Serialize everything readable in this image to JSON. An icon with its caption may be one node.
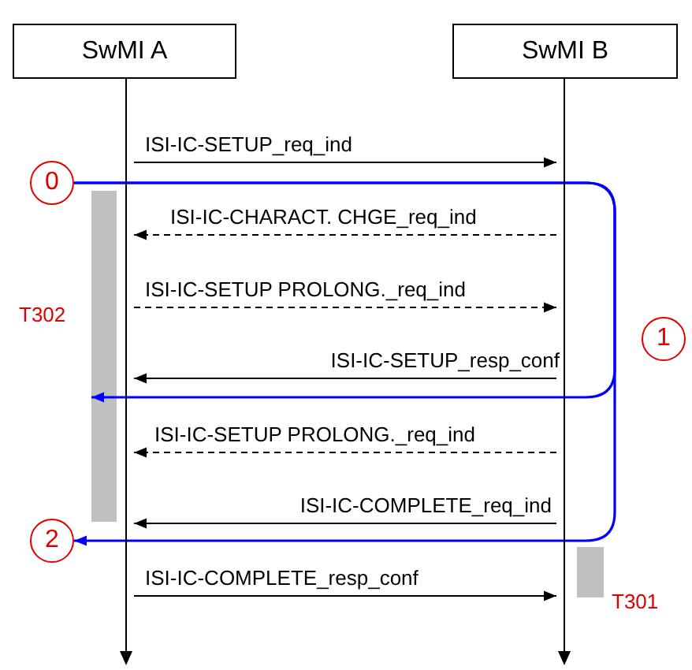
{
  "diagram": {
    "nodes": [
      {
        "text": [
          "SwMI A"
        ]
      },
      {
        "text": [
          "SwMI B"
        ]
      },
      {
        "text": [],
        "shape": "line"
      },
      {
        "text": [],
        "shape": "line"
      },
      {
        "text": [
          "0"
        ]
      },
      {
        "text": [],
        "shape": "bar",
        "beside": [
          "T302"
        ]
      },
      {
        "text": [
          "1"
        ]
      },
      {
        "text": [
          "2"
        ]
      },
      {
        "text": [],
        "shape": "bar",
        "beside": [
          "T301"
        ]
      }
    ],
    "edges": [
      {
        "from": 2,
        "to": 3,
        "arrow": "to",
        "label": "ISI-IC-SETUP_req_ind"
      },
      {
        "from": 3,
        "to": 2,
        "arrow": "to",
        "label": "ISI-IC-CHARACT. CHGE_req_ind",
        "style": "dashed"
      },
      {
        "from": 2,
        "to": 3,
        "arrow": "to",
        "label": "ISI-IC-SETUP PROLONG._req_ind",
        "style": "dashed"
      },
      {
        "from": 3,
        "to": 2,
        "arrow": "to",
        "label": "ISI-IC-SETUP_resp_conf"
      },
      {
        "from": 3,
        "to": 2,
        "arrow": "to",
        "label": "ISI-IC-SETUP PROLONG._req_ind",
        "style": "dashed"
      },
      {
        "from": 3,
        "to": 2,
        "arrow": "to",
        "label": "ISI-IC-COMPLETE_req_ind"
      },
      {
        "from": 2,
        "to": 3,
        "arrow": "to",
        "label": "ISI-IC-COMPLETE_resp_conf"
      },
      {
        "from": 4,
        "to": 5,
        "arrow": "to",
        "color": "#0000ff"
      },
      {
        "from": 4,
        "to": 7,
        "arrow": "to",
        "color": "#0000ff"
      }
    ]
  }
}
